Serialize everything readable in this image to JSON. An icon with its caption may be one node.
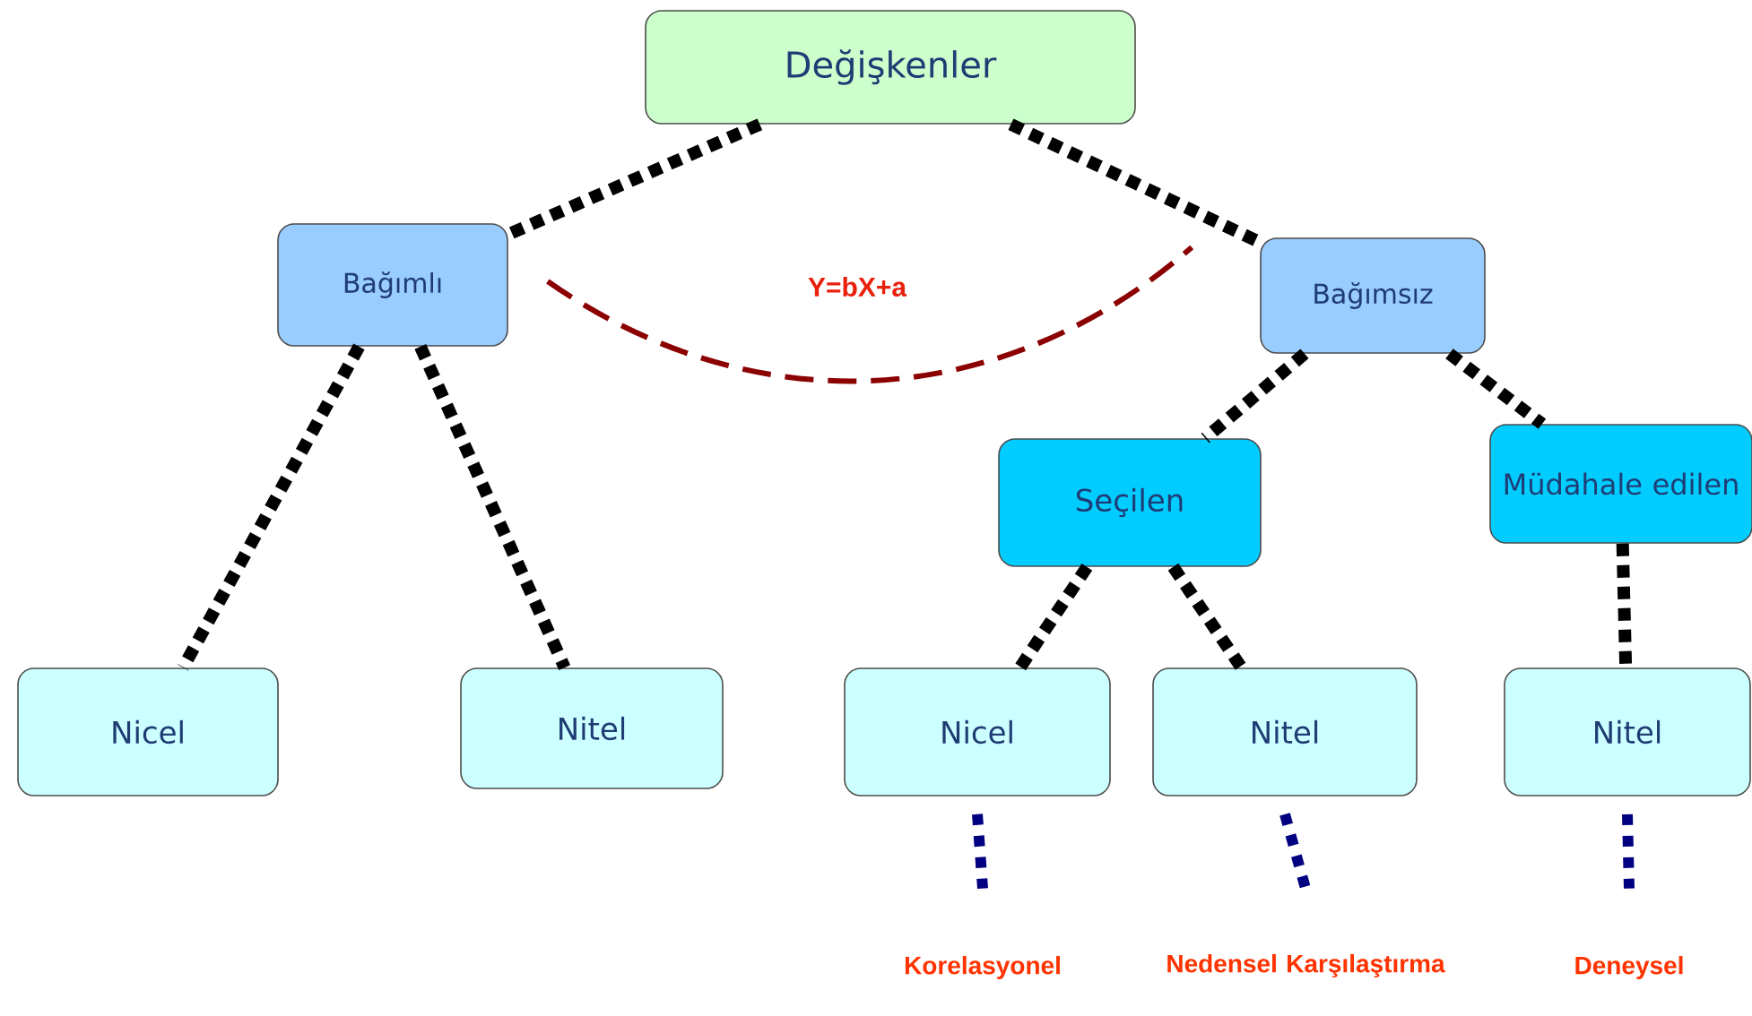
{
  "diagram": {
    "nodes": [
      {
        "text": [
          "Değişkenler"
        ]
      },
      {
        "text": [
          "Bağımlı"
        ]
      },
      {
        "text": [
          "Bağımsız"
        ]
      },
      {
        "text": [
          "Seçilen"
        ]
      },
      {
        "text": [
          "Müdahale edilen"
        ]
      },
      {
        "text": [
          "Nicel"
        ]
      },
      {
        "text": [
          "Nitel"
        ]
      },
      {
        "text": [
          "Nicel"
        ]
      },
      {
        "text": [
          "Nitel"
        ]
      },
      {
        "text": [
          "Nitel"
        ]
      },
      {
        "text": [
          "Korelasyonel"
        ]
      },
      {
        "text": [
          "Nedensel Karşılaştırma"
        ]
      },
      {
        "text": [
          "Deneysel"
        ]
      }
    ],
    "edges": [
      {
        "from": 0,
        "to": 1,
        "arrow": "none"
      },
      {
        "from": 0,
        "to": 2,
        "arrow": "none"
      },
      {
        "from": 1,
        "to": 2,
        "arrow": "none",
        "label": "Y=bX+a",
        "style": "dashed",
        "color": "#8b0000"
      },
      {
        "from": 1,
        "to": 5,
        "arrow": "none"
      },
      {
        "from": 1,
        "to": 6,
        "arrow": "none"
      },
      {
        "from": 2,
        "to": 3,
        "arrow": "none"
      },
      {
        "from": 2,
        "to": 4,
        "arrow": "none"
      },
      {
        "from": 3,
        "to": 7,
        "arrow": "none"
      },
      {
        "from": 3,
        "to": 8,
        "arrow": "none"
      },
      {
        "from": 4,
        "to": 9,
        "arrow": "none"
      },
      {
        "from": 7,
        "to": 10,
        "arrow": "none",
        "style": "dashed",
        "color": "#000080"
      },
      {
        "from": 8,
        "to": 11,
        "arrow": "none",
        "style": "dashed",
        "color": "#000080"
      },
      {
        "from": 9,
        "to": 12,
        "arrow": "none",
        "style": "dashed",
        "color": "#000080"
      }
    ]
  }
}
